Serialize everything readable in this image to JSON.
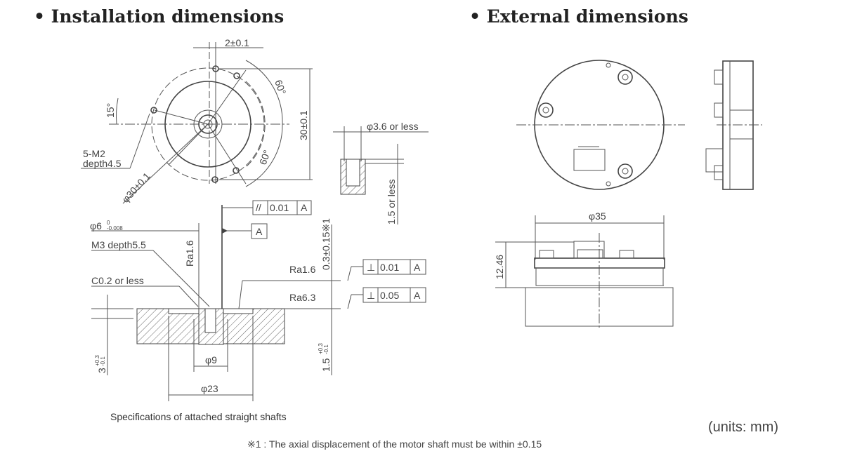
{
  "headers": {
    "installation": "• Installation dimensions",
    "external": "• External dimensions"
  },
  "installation": {
    "top_view": {
      "hole_spacing": "2±0.1",
      "angle_15": "15°",
      "angle_60_top": "60°",
      "angle_60_bottom": "60°",
      "height": "30±0.1",
      "pcd": "φ30±0.1",
      "tapped_holes": [
        "5-M2",
        "depth4.5"
      ]
    },
    "detail": {
      "diameter": "φ3.6 or less",
      "depth": "1.5 or less"
    },
    "section": {
      "shaft_dia": "φ6",
      "shaft_tol_upper": "0",
      "shaft_tol_lower": "-0.008",
      "tap": "M3 depth5.5",
      "chamfer": "C0.2 or less",
      "ra_shaft": "Ra1.6",
      "ra_face": "Ra1.6",
      "ra_base": "Ra6.3",
      "parallelism": {
        "symbol": "//",
        "value": "0.01",
        "datum": "A"
      },
      "datum": "A",
      "perp1": {
        "symbol": "⊥",
        "value": "0.01",
        "datum": "A"
      },
      "perp2": {
        "symbol": "⊥",
        "value": "0.05",
        "datum": "A"
      },
      "axial_gap": "0.3±0.15※1",
      "step_height": "1.5",
      "step_tol_upper": "+0.3",
      "step_tol_lower": "-0.1",
      "base_depth": "3",
      "base_tol_upper": "+0.3",
      "base_tol_lower": "-0.1",
      "bore_dia": "φ9",
      "recess_dia": "φ23"
    },
    "caption": "Specifications of attached straight shafts"
  },
  "external": {
    "diameter": "φ35",
    "height": "12.46"
  },
  "units": "(units: mm)",
  "footnote": "※1 : The axial displacement of the motor shaft must be within ±0.15"
}
